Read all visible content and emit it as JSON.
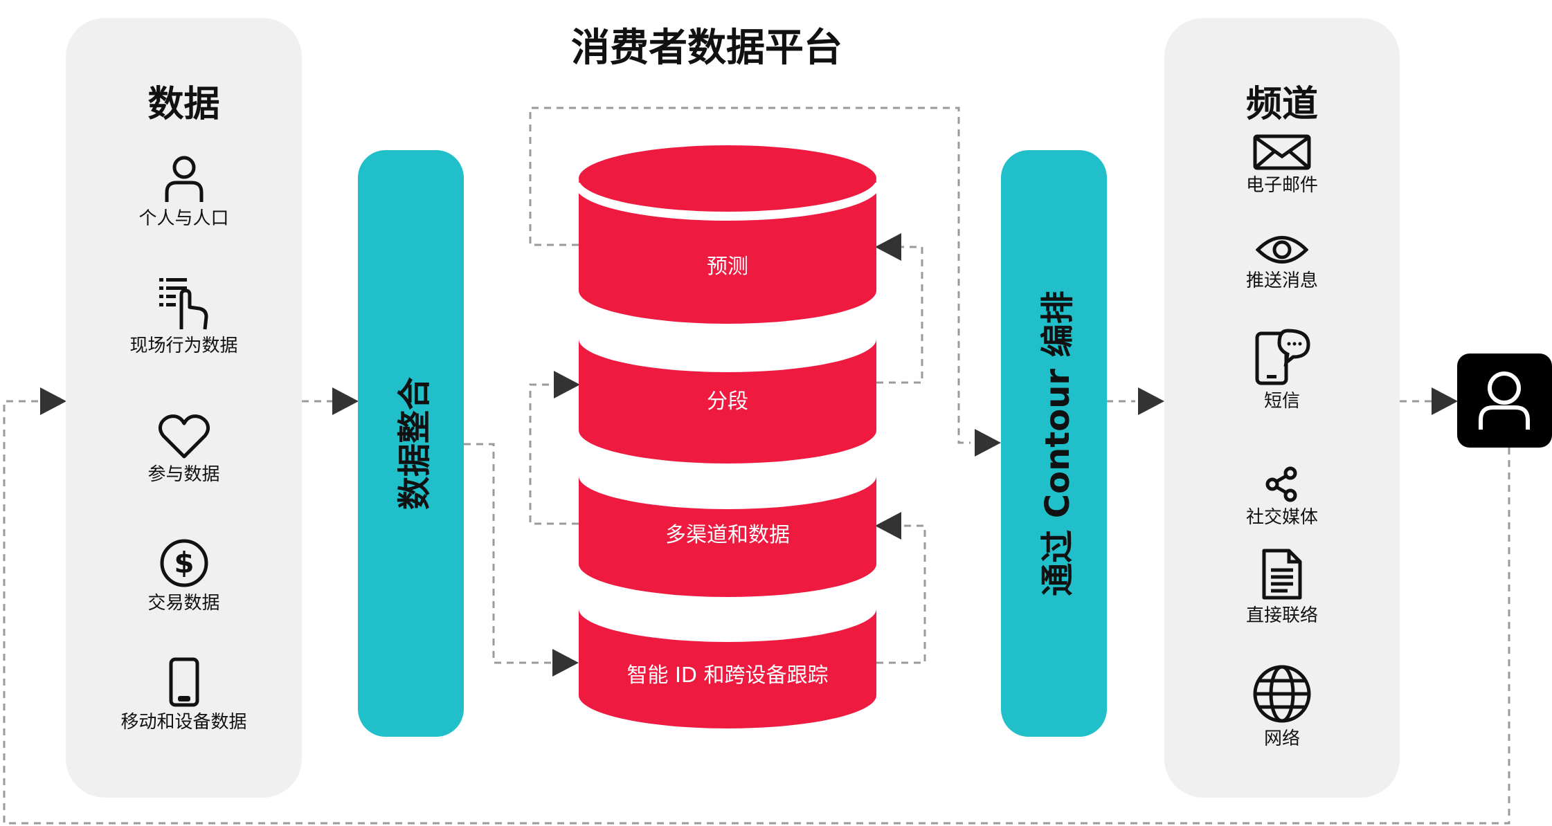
{
  "title": "消费者数据平台",
  "data_panel": {
    "title": "数据",
    "items": [
      {
        "label": "个人与人口",
        "icon": "person-icon"
      },
      {
        "label": "现场行为数据",
        "icon": "touch-list-icon"
      },
      {
        "label": "参与数据",
        "icon": "heart-icon"
      },
      {
        "label": "交易数据",
        "icon": "dollar-coin-icon"
      },
      {
        "label": "移动和设备数据",
        "icon": "mobile-phone-icon"
      }
    ]
  },
  "integration": {
    "label": "数据整合"
  },
  "database_layers": [
    {
      "label": "预测"
    },
    {
      "label": "分段"
    },
    {
      "label": "多渠道和数据"
    },
    {
      "label": "智能 ID 和跨设备跟踪"
    }
  ],
  "orchestration": {
    "label": "通过 Contour 编排"
  },
  "channels_panel": {
    "title": "频道",
    "items": [
      {
        "label": "电子邮件",
        "icon": "envelope-icon"
      },
      {
        "label": "推送消息",
        "icon": "eye-icon"
      },
      {
        "label": "短信",
        "icon": "phone-chat-icon"
      },
      {
        "label": "社交媒体",
        "icon": "share-icon"
      },
      {
        "label": "直接联络",
        "icon": "document-icon"
      },
      {
        "label": "网络",
        "icon": "globe-icon"
      }
    ]
  },
  "end_user": {
    "icon": "user-icon"
  },
  "colors": {
    "panel_bg": "#f0f0f0",
    "teal": "#20bfc9",
    "database_red": "#ee1a40",
    "connector": "#9a9a9a",
    "arrow": "#333333",
    "end_user_bg": "#000000"
  }
}
